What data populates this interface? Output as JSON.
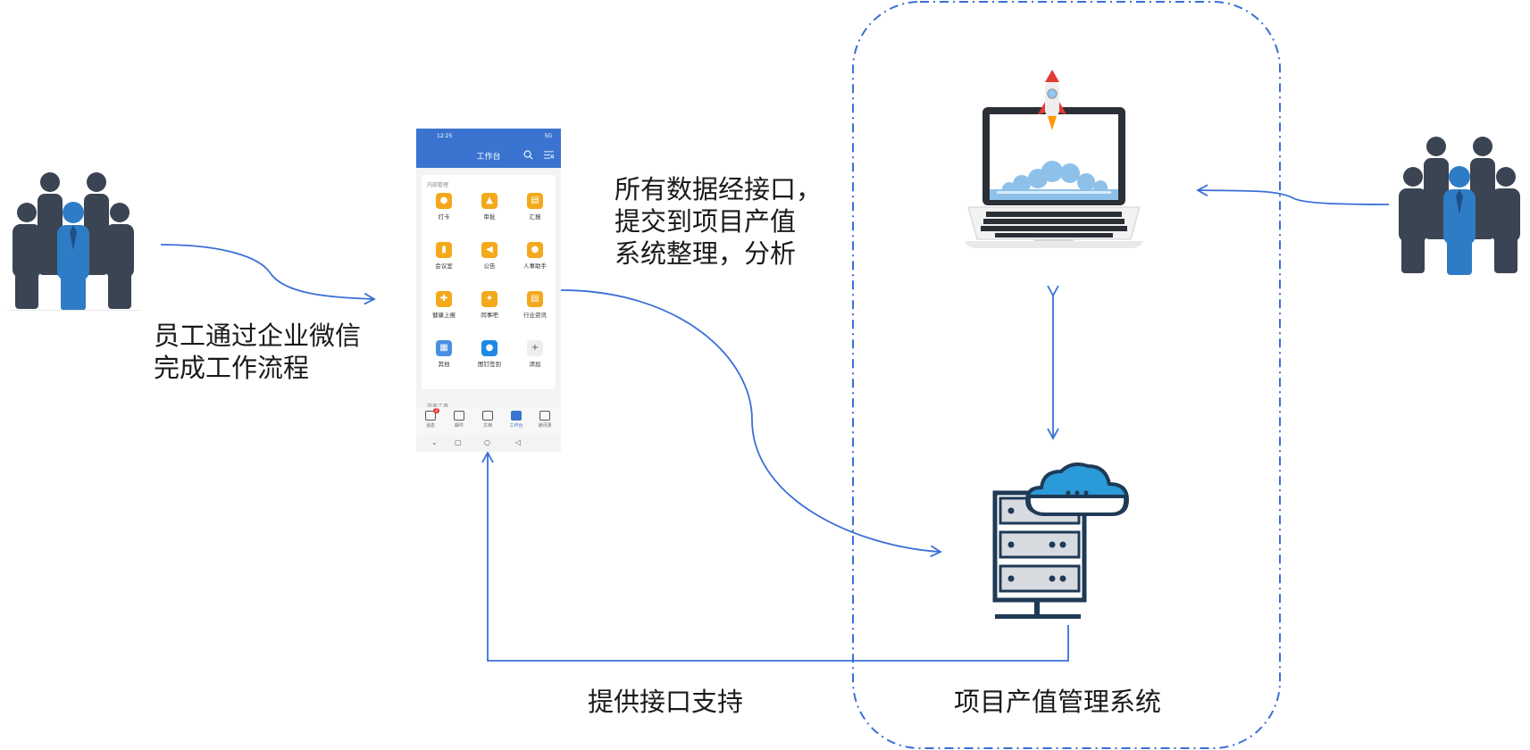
{
  "captions": {
    "employees_workflow": [
      "员工通过企业微信",
      "完成工作流程"
    ],
    "data_submit": [
      "所有数据经接口，",
      "提交到项目产值",
      "系统整理，分析"
    ],
    "interface_support": "提供接口支持",
    "system_name": "项目产值管理系统"
  },
  "phone": {
    "status_time": "12:25",
    "status_right": "5G",
    "title": "工作台",
    "section_internal": "内部管理",
    "apps": [
      {
        "label": "打卡",
        "icon": "location-icon",
        "color": "#f3a91b"
      },
      {
        "label": "审批",
        "icon": "stamp-icon",
        "color": "#f3a91b"
      },
      {
        "label": "汇报",
        "icon": "report-icon",
        "color": "#f3a91b"
      },
      {
        "label": "会议室",
        "icon": "door-icon",
        "color": "#f3a91b"
      },
      {
        "label": "公告",
        "icon": "megaphone-icon",
        "color": "#f3a91b"
      },
      {
        "label": "人事助手",
        "icon": "person-icon",
        "color": "#f3a91b"
      },
      {
        "label": "健康上报",
        "icon": "health-icon",
        "color": "#f3a91b"
      },
      {
        "label": "同事吧",
        "icon": "group-icon",
        "color": "#f3a91b"
      },
      {
        "label": "行业资讯",
        "icon": "news-icon",
        "color": "#f3a91b"
      },
      {
        "label": "其他",
        "icon": "grid-icon",
        "color": "#4a90e2"
      },
      {
        "label": "图钉签到",
        "icon": "pin-icon",
        "color": "#1e88e5"
      },
      {
        "label": "添加",
        "icon": "plus-icon",
        "color": "#eeeeee"
      }
    ],
    "section_tools": "效率工具",
    "badge": "2",
    "tabs": [
      "消息",
      "邮件",
      "文档",
      "工作台",
      "通讯录"
    ],
    "active_tab": "工作台"
  },
  "colors": {
    "arrow": "#3a6fd8",
    "figure_dark": "#3b4452",
    "figure_accent": "#2f7cc6",
    "phone_header": "#3a74d0"
  }
}
